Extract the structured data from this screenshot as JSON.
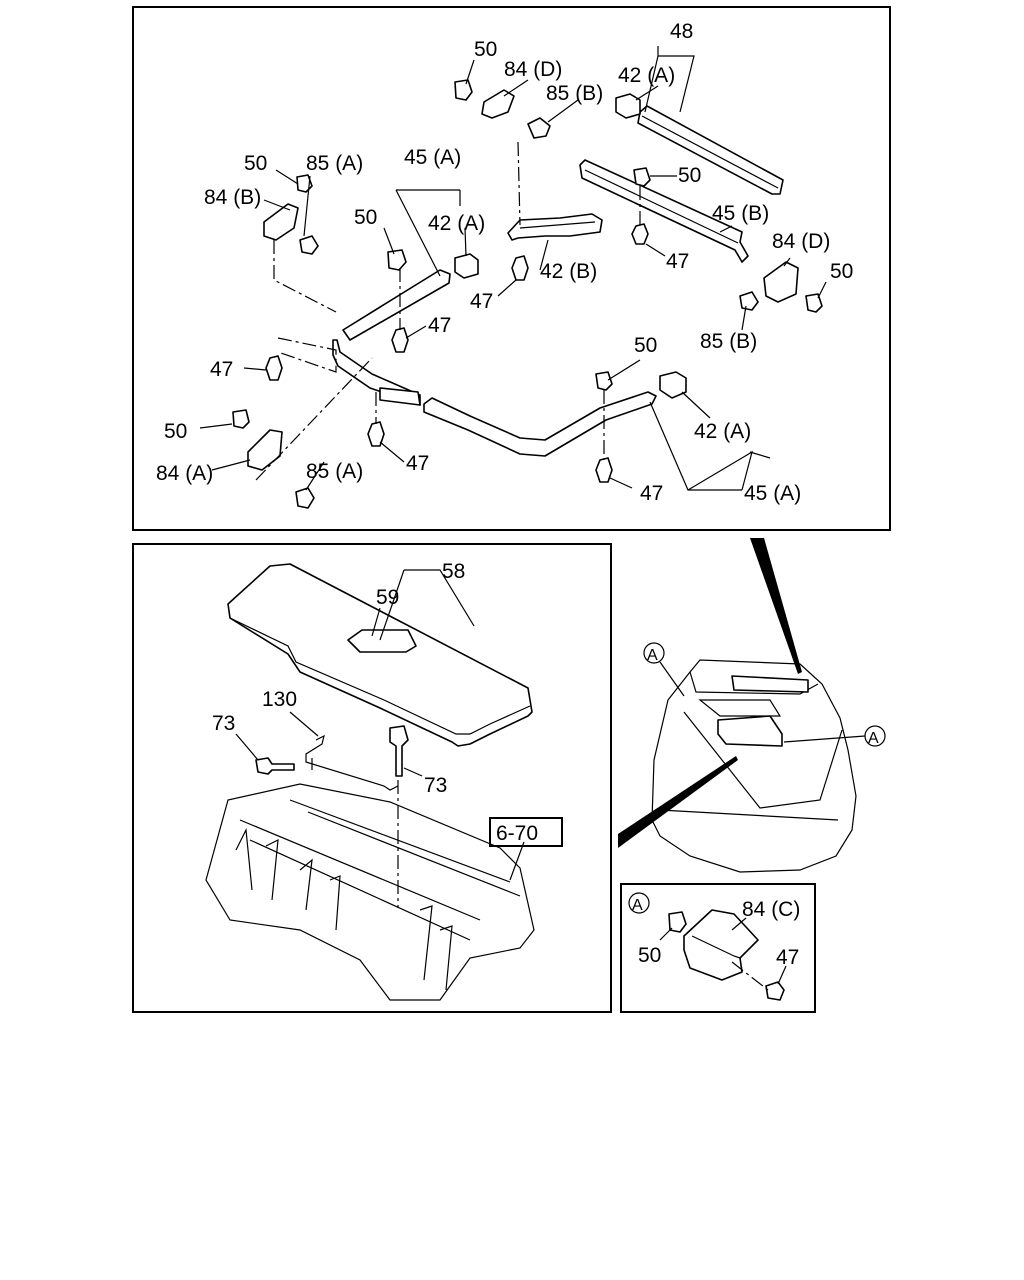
{
  "top_panel": {
    "labels": {
      "p48": "48",
      "p50_a": "50",
      "p84d_a": "84 (D)",
      "p42a_a": "42 (A)",
      "p85b_a": "85 (B)",
      "p50_b": "50",
      "p85a_a": "85 (A)",
      "p45a_a": "45 (A)",
      "p84b": "84 (B)",
      "p50_c": "50",
      "p42a_b": "42 (A)",
      "p50_d": "50",
      "p45b": "45 (B)",
      "p84d_b": "84 (D)",
      "p50_e": "50",
      "p47_a": "47",
      "p42b": "42 (B)",
      "p47_b": "47",
      "p47_c": "47",
      "p85b_b": "85 (B)",
      "p47_d": "47",
      "p50_f": "50",
      "p50_g": "50",
      "p42a_c": "42 (A)",
      "p84a": "84 (A)",
      "p85a_b": "85 (A)",
      "p47_e": "47",
      "p47_f": "47",
      "p45a_b": "45 (A)"
    }
  },
  "bottom_left_panel": {
    "labels": {
      "p58": "58",
      "p59": "59",
      "p130": "130",
      "p73_a": "73",
      "p73_b": "73",
      "ref": "6-70"
    }
  },
  "vehicle_view": {
    "callout_a_left": "A",
    "callout_a_right": "A"
  },
  "detail_a_panel": {
    "callout": "A",
    "labels": {
      "p84c": "84 (C)",
      "p50": "50",
      "p47": "47"
    }
  }
}
